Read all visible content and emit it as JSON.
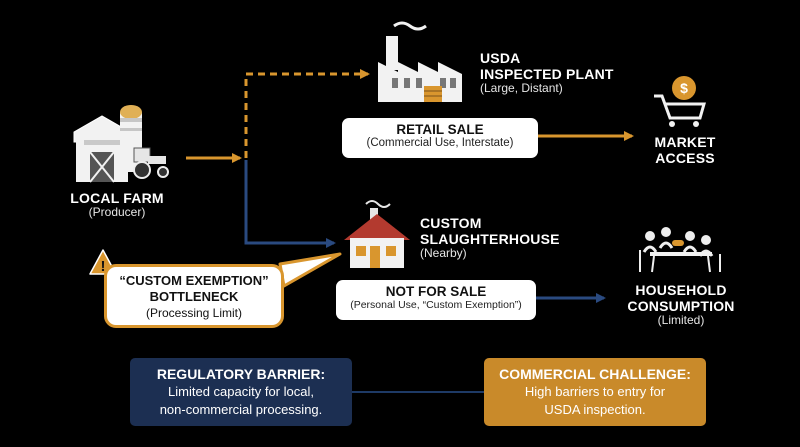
{
  "colors": {
    "accent_orange": "#d9962e",
    "navy": "#1e3a66",
    "panel_navy": "#1c2f52",
    "panel_orange": "#c98a2a",
    "red_roof": "#b33a2f"
  },
  "nodes": {
    "local_farm": {
      "title": "LOCAL FARM",
      "subtitle": "(Producer)",
      "icon": "farm-barn-tractor-icon"
    },
    "usda_plant": {
      "title_line1": "USDA",
      "title_line2": "INSPECTED PLANT",
      "subtitle": "(Large, Distant)",
      "icon": "factory-icon"
    },
    "custom_slaughterhouse": {
      "title_line1": "CUSTOM",
      "title_line2": "SLAUGHTERHOUSE",
      "subtitle": "(Nearby)",
      "icon": "house-icon"
    },
    "market_access": {
      "title_line1": "MARKET",
      "title_line2": "ACCESS",
      "icon": "shopping-cart-dollar-icon"
    },
    "household_consumption": {
      "title_line1": "HOUSEHOLD",
      "title_line2": "CONSUMPTION",
      "subtitle": "(Limited)",
      "icon": "family-dinner-table-icon"
    }
  },
  "boxes": {
    "retail_sale": {
      "title": "RETAIL SALE",
      "subtitle": "(Commercial Use, Interstate)"
    },
    "not_for_sale": {
      "title": "NOT FOR SALE",
      "subtitle": "(Personal Use, “Custom Exemption”)"
    }
  },
  "callout": {
    "line1": "“CUSTOM EXEMPTION”",
    "line2": "BOTTLENECK",
    "subtitle": "(Processing Limit)",
    "icon": "warning-triangle-icon"
  },
  "panels": {
    "regulatory": {
      "title": "REGULATORY BARRIER:",
      "line1": "Limited capacity for local,",
      "line2": "non-commercial processing."
    },
    "commercial": {
      "title": "COMMERCIAL CHALLENGE:",
      "line1": "High barriers to entry for",
      "line2": "USDA inspection."
    }
  }
}
